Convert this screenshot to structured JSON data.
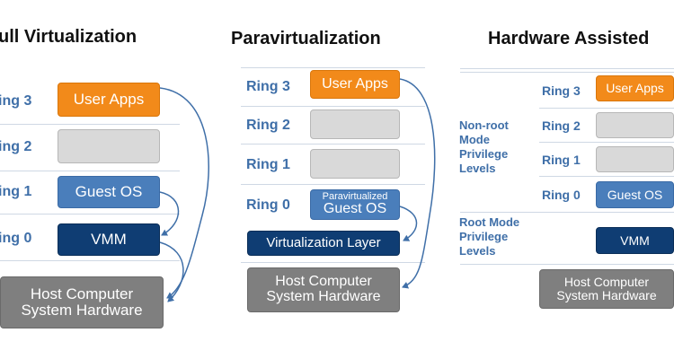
{
  "full": {
    "title": "ull Virtualization",
    "rings": [
      "ing 3",
      "ing 2",
      "ing 1",
      "ing 0"
    ],
    "user_apps": "User Apps",
    "guest_os": "Guest OS",
    "vmm": "VMM",
    "host_line1": "Host Computer",
    "host_line2": "System Hardware"
  },
  "para": {
    "title": "Paravirtualization",
    "rings": [
      "Ring 3",
      "Ring 2",
      "Ring 1",
      "Ring 0"
    ],
    "user_apps": "User Apps",
    "guest_os_small": "Paravirtualized",
    "guest_os": "Guest OS",
    "virt_layer": "Virtualization Layer",
    "host_line1": "Host Computer",
    "host_line2": "System Hardware"
  },
  "hw": {
    "title": "Hardware Assisted",
    "rings": [
      "Ring 3",
      "Ring 2",
      "Ring 1",
      "Ring 0"
    ],
    "nonroot": [
      "Non-root",
      "Mode",
      "Privilege",
      "Levels"
    ],
    "root": [
      "Root Mode",
      "Privilege",
      "Levels"
    ],
    "user_apps": "User Apps",
    "guest_os": "Guest OS",
    "vmm": "VMM",
    "host_line1": "Host Computer",
    "host_line2": "System Hardware"
  },
  "colors": {
    "ring_text": "#3f6fa8",
    "orange": "#f28a1a",
    "blue": "#4a7ebb",
    "navy": "#0f3d73",
    "grey": "#7f7f7f",
    "arrow": "#3f6fa8"
  }
}
